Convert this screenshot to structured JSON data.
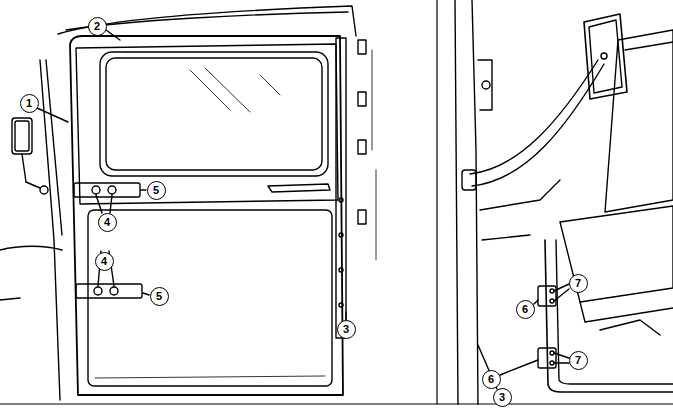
{
  "diagram": {
    "labels": [
      "1",
      "2",
      "5",
      "4",
      "3",
      "4",
      "5",
      "7",
      "6",
      "7",
      "6",
      "3"
    ]
  }
}
